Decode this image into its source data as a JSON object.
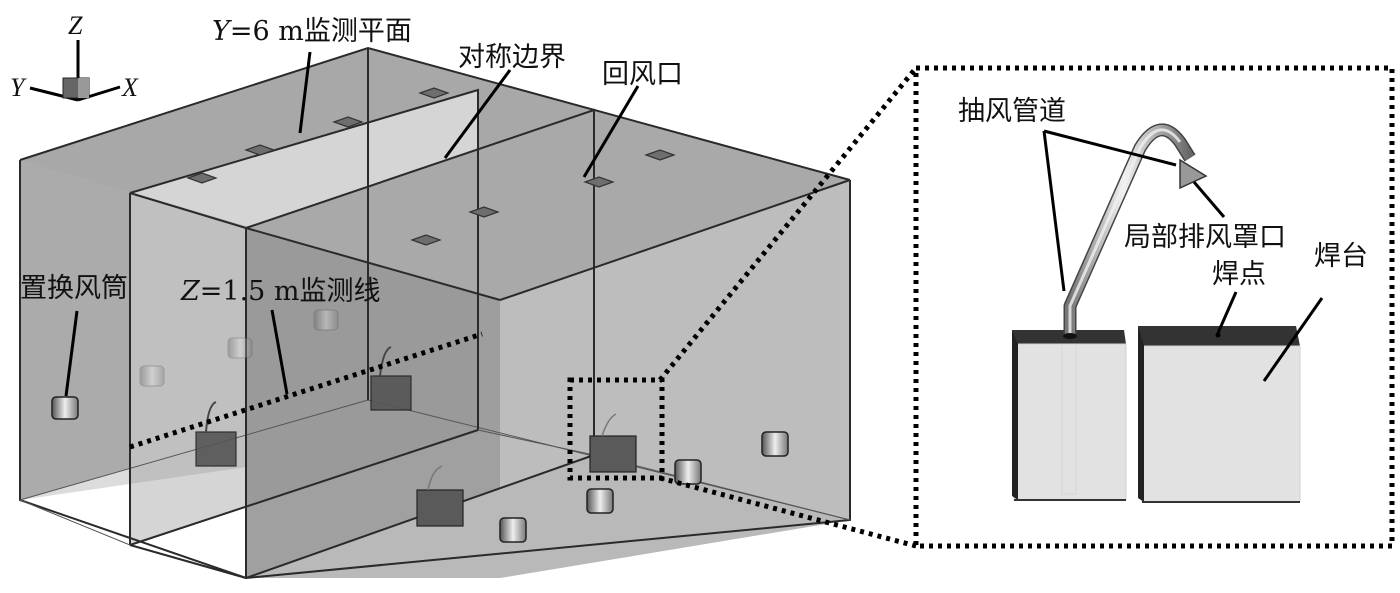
{
  "figure": {
    "type": "CFD model geometry of welding workshop with detail inset",
    "axes_triad": {
      "x_label": "X",
      "y_label": "Y",
      "z_label": "Z"
    },
    "labels": {
      "monitor_plane": {
        "italic": "Y",
        "rest": "=6 m监测平面"
      },
      "symmetry_boundary": "对称边界",
      "return_air_outlet": "回风口",
      "displacement_diffuser": "置换风筒",
      "monitor_line": {
        "italic": "Z",
        "rest": "=1.5 m监测线"
      }
    },
    "inset": {
      "exhaust_duct": "抽风管道",
      "exhaust_hood_opening": "局部排风罩口",
      "weld_point": "焊点",
      "welding_table": "焊台"
    },
    "colors": {
      "box_top": "#a9a9a9",
      "box_side_light": "#bdbdbd",
      "box_side_dark": "#909090",
      "plane": "#d6d6d6",
      "table_top": "#333333",
      "table_body": "#e2e2e2",
      "leader": "#000000"
    }
  }
}
